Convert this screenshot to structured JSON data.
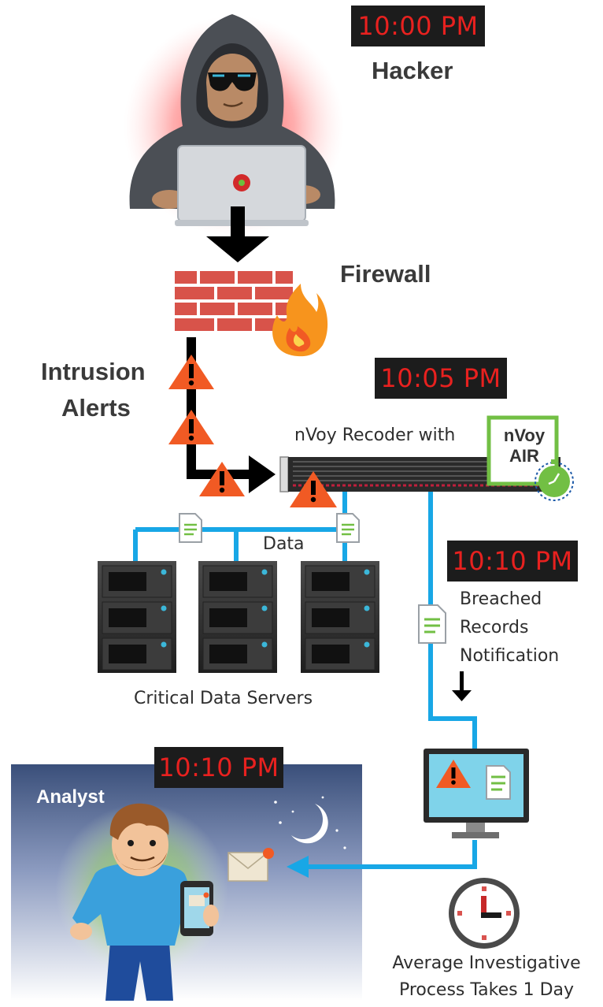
{
  "clocks": {
    "hacker_time": "10:00 PM",
    "recorder_time": "10:05 PM",
    "notification_time": "10:10 PM",
    "analyst_time": "10:10 PM"
  },
  "labels": {
    "hacker": "Hacker",
    "firewall": "Firewall",
    "intrusion_line1": "Intrusion",
    "intrusion_line2": "Alerts",
    "recorder": "nVoy Recoder with",
    "nvoy_air_line1": "nVoy",
    "nvoy_air_line2": "AIR",
    "data": "Data",
    "servers": "Critical Data Servers",
    "breached_line1": "Breached",
    "breached_line2": "Records",
    "breached_line3": "Notification",
    "analyst": "Analyst",
    "avg_line1": "Average Investigative",
    "avg_line2": "Process Takes 1 Day"
  },
  "colors": {
    "clock_bg": "#1c1c1c",
    "clock_text": "#e8211f",
    "connector_blue": "#18a7e6",
    "warning_orange": "#f15a24",
    "brick_red": "#d8534a",
    "nvoy_green": "#72bf44"
  },
  "icons": [
    "hacker-icon",
    "laptop-icon",
    "firewall-icon",
    "flame-icon",
    "warning-icon",
    "recorder-icon",
    "stopwatch-icon",
    "document-icon",
    "server-icon",
    "monitor-icon",
    "envelope-icon",
    "clock-icon",
    "moon-icon",
    "analyst-icon",
    "tablet-icon"
  ]
}
